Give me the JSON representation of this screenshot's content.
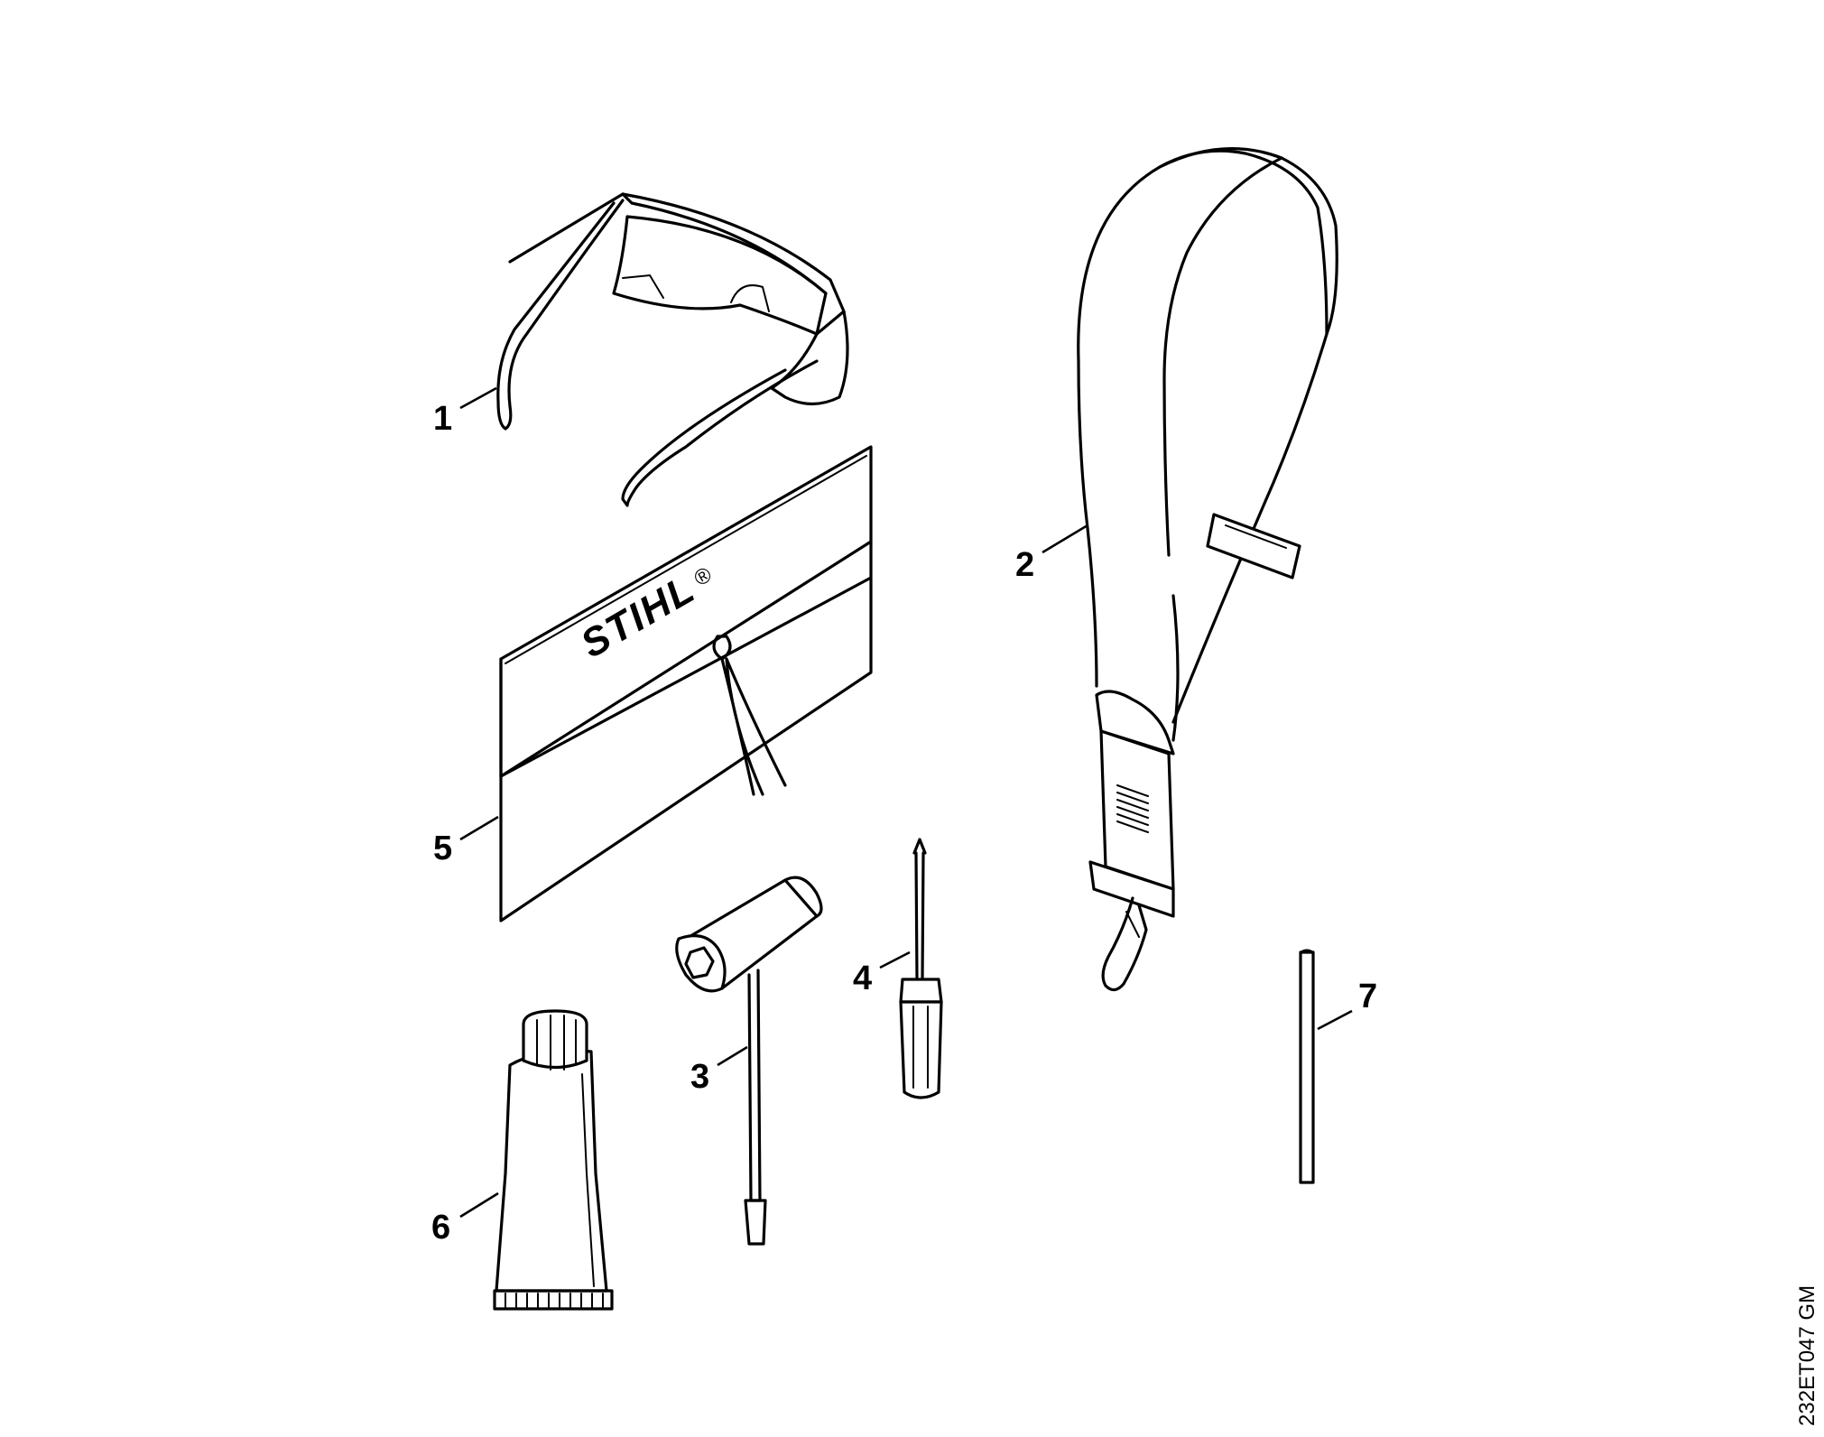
{
  "parts": [
    {
      "number": "1",
      "part": "safety-glasses"
    },
    {
      "number": "2",
      "part": "shoulder-strap"
    },
    {
      "number": "3",
      "part": "combination-wrench"
    },
    {
      "number": "4",
      "part": "screwdriver"
    },
    {
      "number": "5",
      "part": "tool-pouch"
    },
    {
      "number": "6",
      "part": "grease-tube"
    },
    {
      "number": "7",
      "part": "locking-pin"
    }
  ],
  "pouch_logo": "STIHL",
  "logo_mark": "®",
  "drawing_code": "232ET047 GM"
}
